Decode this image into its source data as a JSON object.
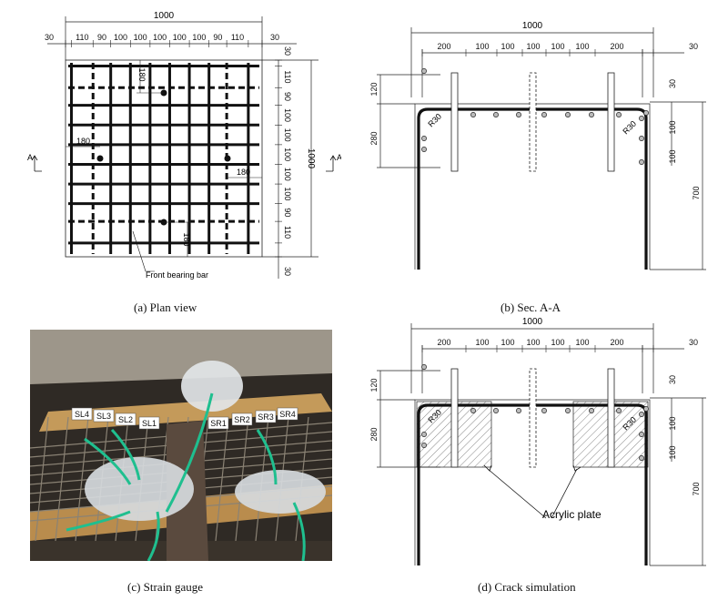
{
  "plan": {
    "total": "1000",
    "top_dims": [
      "30",
      "110",
      "90",
      "100",
      "100",
      "100",
      "100",
      "100",
      "90",
      "110",
      "30"
    ],
    "right_dims": [
      "30",
      "110",
      "90",
      "100",
      "100",
      "100",
      "100",
      "100",
      "90",
      "110",
      "30"
    ],
    "right_total": "1000",
    "anchor_dims": [
      "180",
      "180",
      "180",
      "180"
    ],
    "section_marks": [
      "A",
      "A"
    ],
    "bearing_bar_label": "Front bearing bar",
    "caption": "(a)  Plan  view"
  },
  "secA": {
    "total": "1000",
    "top_dims": [
      "200",
      "100",
      "100",
      "100",
      "100",
      "100",
      "200",
      "30"
    ],
    "left_dims": [
      "120",
      "280"
    ],
    "right_dims": [
      "30",
      "100",
      "100",
      "700"
    ],
    "radius_labels": [
      "R30",
      "R30"
    ],
    "caption": "(b)  Sec.  A-A"
  },
  "photo": {
    "left_labels": [
      "SL4",
      "SL3",
      "SL2",
      "SL1"
    ],
    "right_labels": [
      "SR1",
      "SR2",
      "SR3",
      "SR4"
    ],
    "caption": "(c)  Strain  gauge"
  },
  "crack": {
    "total": "1000",
    "top_dims": [
      "200",
      "100",
      "100",
      "100",
      "100",
      "100",
      "200",
      "30"
    ],
    "left_dims": [
      "120",
      "280"
    ],
    "right_dims": [
      "30",
      "100",
      "100",
      "700"
    ],
    "radius_labels": [
      "R30",
      "R30"
    ],
    "acrylic_label": "Acrylic plate",
    "caption": "(d)  Crack  simulation"
  }
}
